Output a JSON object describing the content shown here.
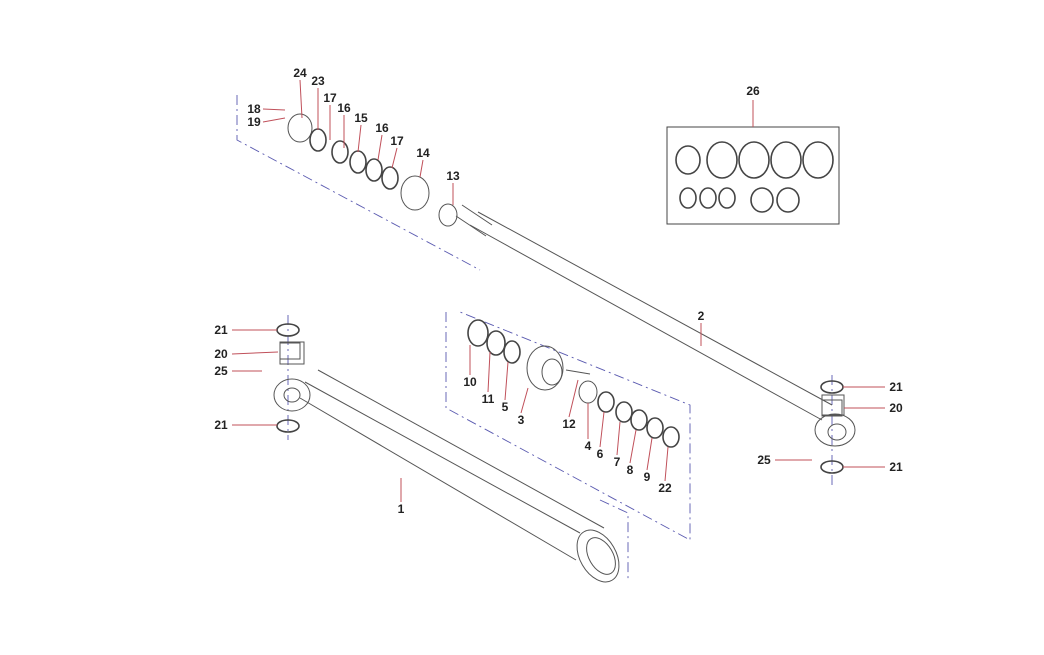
{
  "diagram": {
    "type": "exploded-parts-diagram",
    "labels": {
      "p24": "24",
      "p23": "23",
      "p18": "18",
      "p19": "19",
      "p17a": "17",
      "p16a": "16",
      "p15": "15",
      "p16b": "16",
      "p17b": "17",
      "p14": "14",
      "p13": "13",
      "p26": "26",
      "p2": "2",
      "p21a": "21",
      "p20a": "20",
      "p25a": "25",
      "p21b": "21",
      "p10": "10",
      "p11": "11",
      "p5": "5",
      "p3": "3",
      "p12": "12",
      "p4": "4",
      "p6": "6",
      "p7": "7",
      "p8": "8",
      "p9": "9",
      "p22": "22",
      "p1": "1",
      "p25b": "25",
      "p21c": "21",
      "p20b": "20",
      "p21d": "21"
    }
  }
}
